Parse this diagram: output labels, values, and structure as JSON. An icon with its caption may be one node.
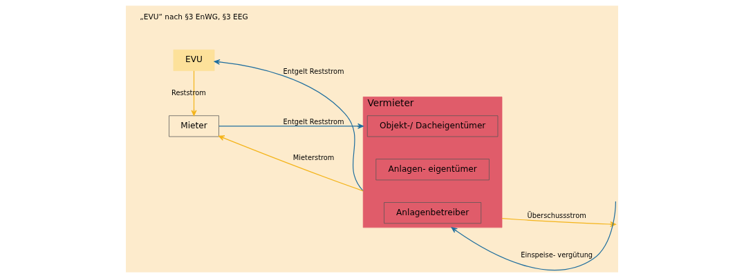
{
  "diagram": {
    "nodes": [
      {
        "text": [
          "EVU"
        ]
      },
      {
        "text": [
          "Mieter"
        ]
      },
      {
        "text": [
          "Vermieter"
        ]
      },
      {
        "text": [
          "Objekt-/ Dacheigentümer"
        ],
        "in": 2
      },
      {
        "text": [
          "Anlagen- eigentümer"
        ],
        "in": 2
      },
      {
        "text": [
          "Anlagenbetreiber"
        ],
        "in": 2
      }
    ],
    "edges": [
      {
        "from": 2,
        "to": 0,
        "arrow": "to",
        "label": "Entgelt Reststrom",
        "color": "#1f6e9e"
      },
      {
        "from": 0,
        "to": 1,
        "arrow": "to",
        "label": "Reststrom",
        "color": "#f4b41a"
      },
      {
        "from": 1,
        "to": 2,
        "arrow": "to",
        "label": "Entgelt Reststrom",
        "color": "#1f6e9e"
      },
      {
        "from": 2,
        "to": 1,
        "arrow": "to",
        "label": "Mieterstrom",
        "color": "#f4b41a"
      },
      {
        "from": null,
        "to": 2,
        "arrow": "to",
        "label": "Einspeise- vergütung",
        "color": "#1f6e9e"
      },
      {
        "from": 2,
        "to": null,
        "arrow": "to",
        "label": "Überschussstrom",
        "color": "#f4b41a"
      }
    ],
    "labels": [
      "„EVU“ nach §3 EnWG, §3 EEG"
    ]
  }
}
